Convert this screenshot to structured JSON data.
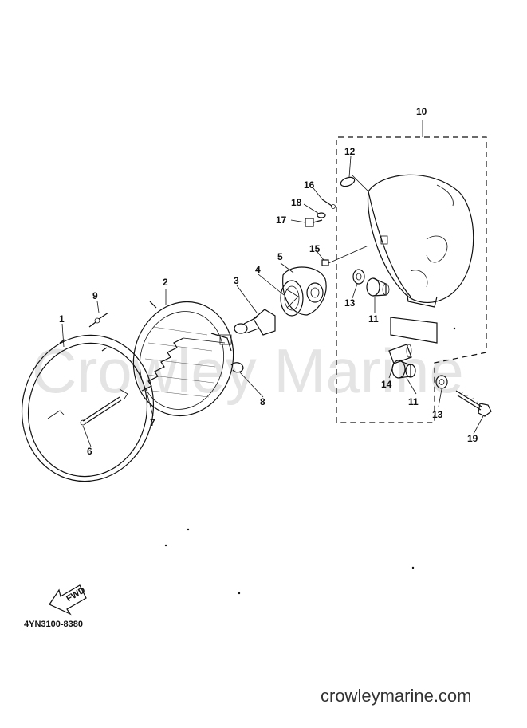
{
  "diagram": {
    "watermark": "Crowley Marine",
    "drawing_code": "4YN3100-8380",
    "fwd_label": "FWD",
    "website": "crowleymarine.com",
    "callouts": [
      "1",
      "2",
      "3",
      "4",
      "5",
      "6",
      "7",
      "8",
      "9",
      "10",
      "11",
      "11",
      "12",
      "13",
      "13",
      "13",
      "14",
      "15",
      "16",
      "17",
      "18",
      "19"
    ]
  }
}
